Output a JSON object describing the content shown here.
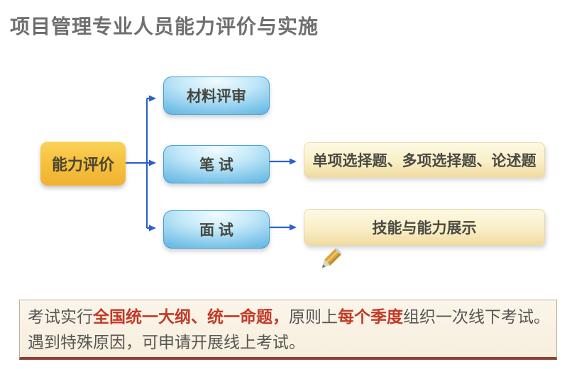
{
  "title": "项目管理专业人员能力评价与实施",
  "diagram": {
    "root": {
      "label": "能力评价"
    },
    "stages": [
      {
        "label": "材料评审"
      },
      {
        "label": "笔 试"
      },
      {
        "label": "面 试"
      }
    ],
    "details": [
      {
        "label": "单项选择题、多项选择题、论述题"
      },
      {
        "label": "技能与能力展示"
      }
    ],
    "icon": {
      "name": "pencil-icon"
    }
  },
  "notice": {
    "line1": [
      {
        "text": "考试实行",
        "emphasis": false
      },
      {
        "text": "全国统一大纲、统一命题，",
        "emphasis": true
      },
      {
        "text": "原则上",
        "emphasis": false
      },
      {
        "text": "每个季度",
        "emphasis": true
      },
      {
        "text": "组织一次线下考试。",
        "emphasis": false
      }
    ],
    "line2": [
      {
        "text": "遇到特殊原因，可申请开展线上考试。",
        "emphasis": false
      }
    ]
  },
  "colors": {
    "title_text": "#6f6f6f",
    "root_fill": "#f6c23e",
    "stage_fill_edge": "#3d99d0",
    "stage_fill_highlight": "#f2fbff",
    "detail_fill_top": "#fdf9e3",
    "detail_fill_bottom": "#f1dca2",
    "arrow": "#2d5fd0",
    "notice_background": "#f9f2e3",
    "notice_border": "#b9b1a2",
    "notice_border_bottom": "#8e4038",
    "notice_text": "#575654",
    "notice_emphasis": "#c23a28"
  }
}
